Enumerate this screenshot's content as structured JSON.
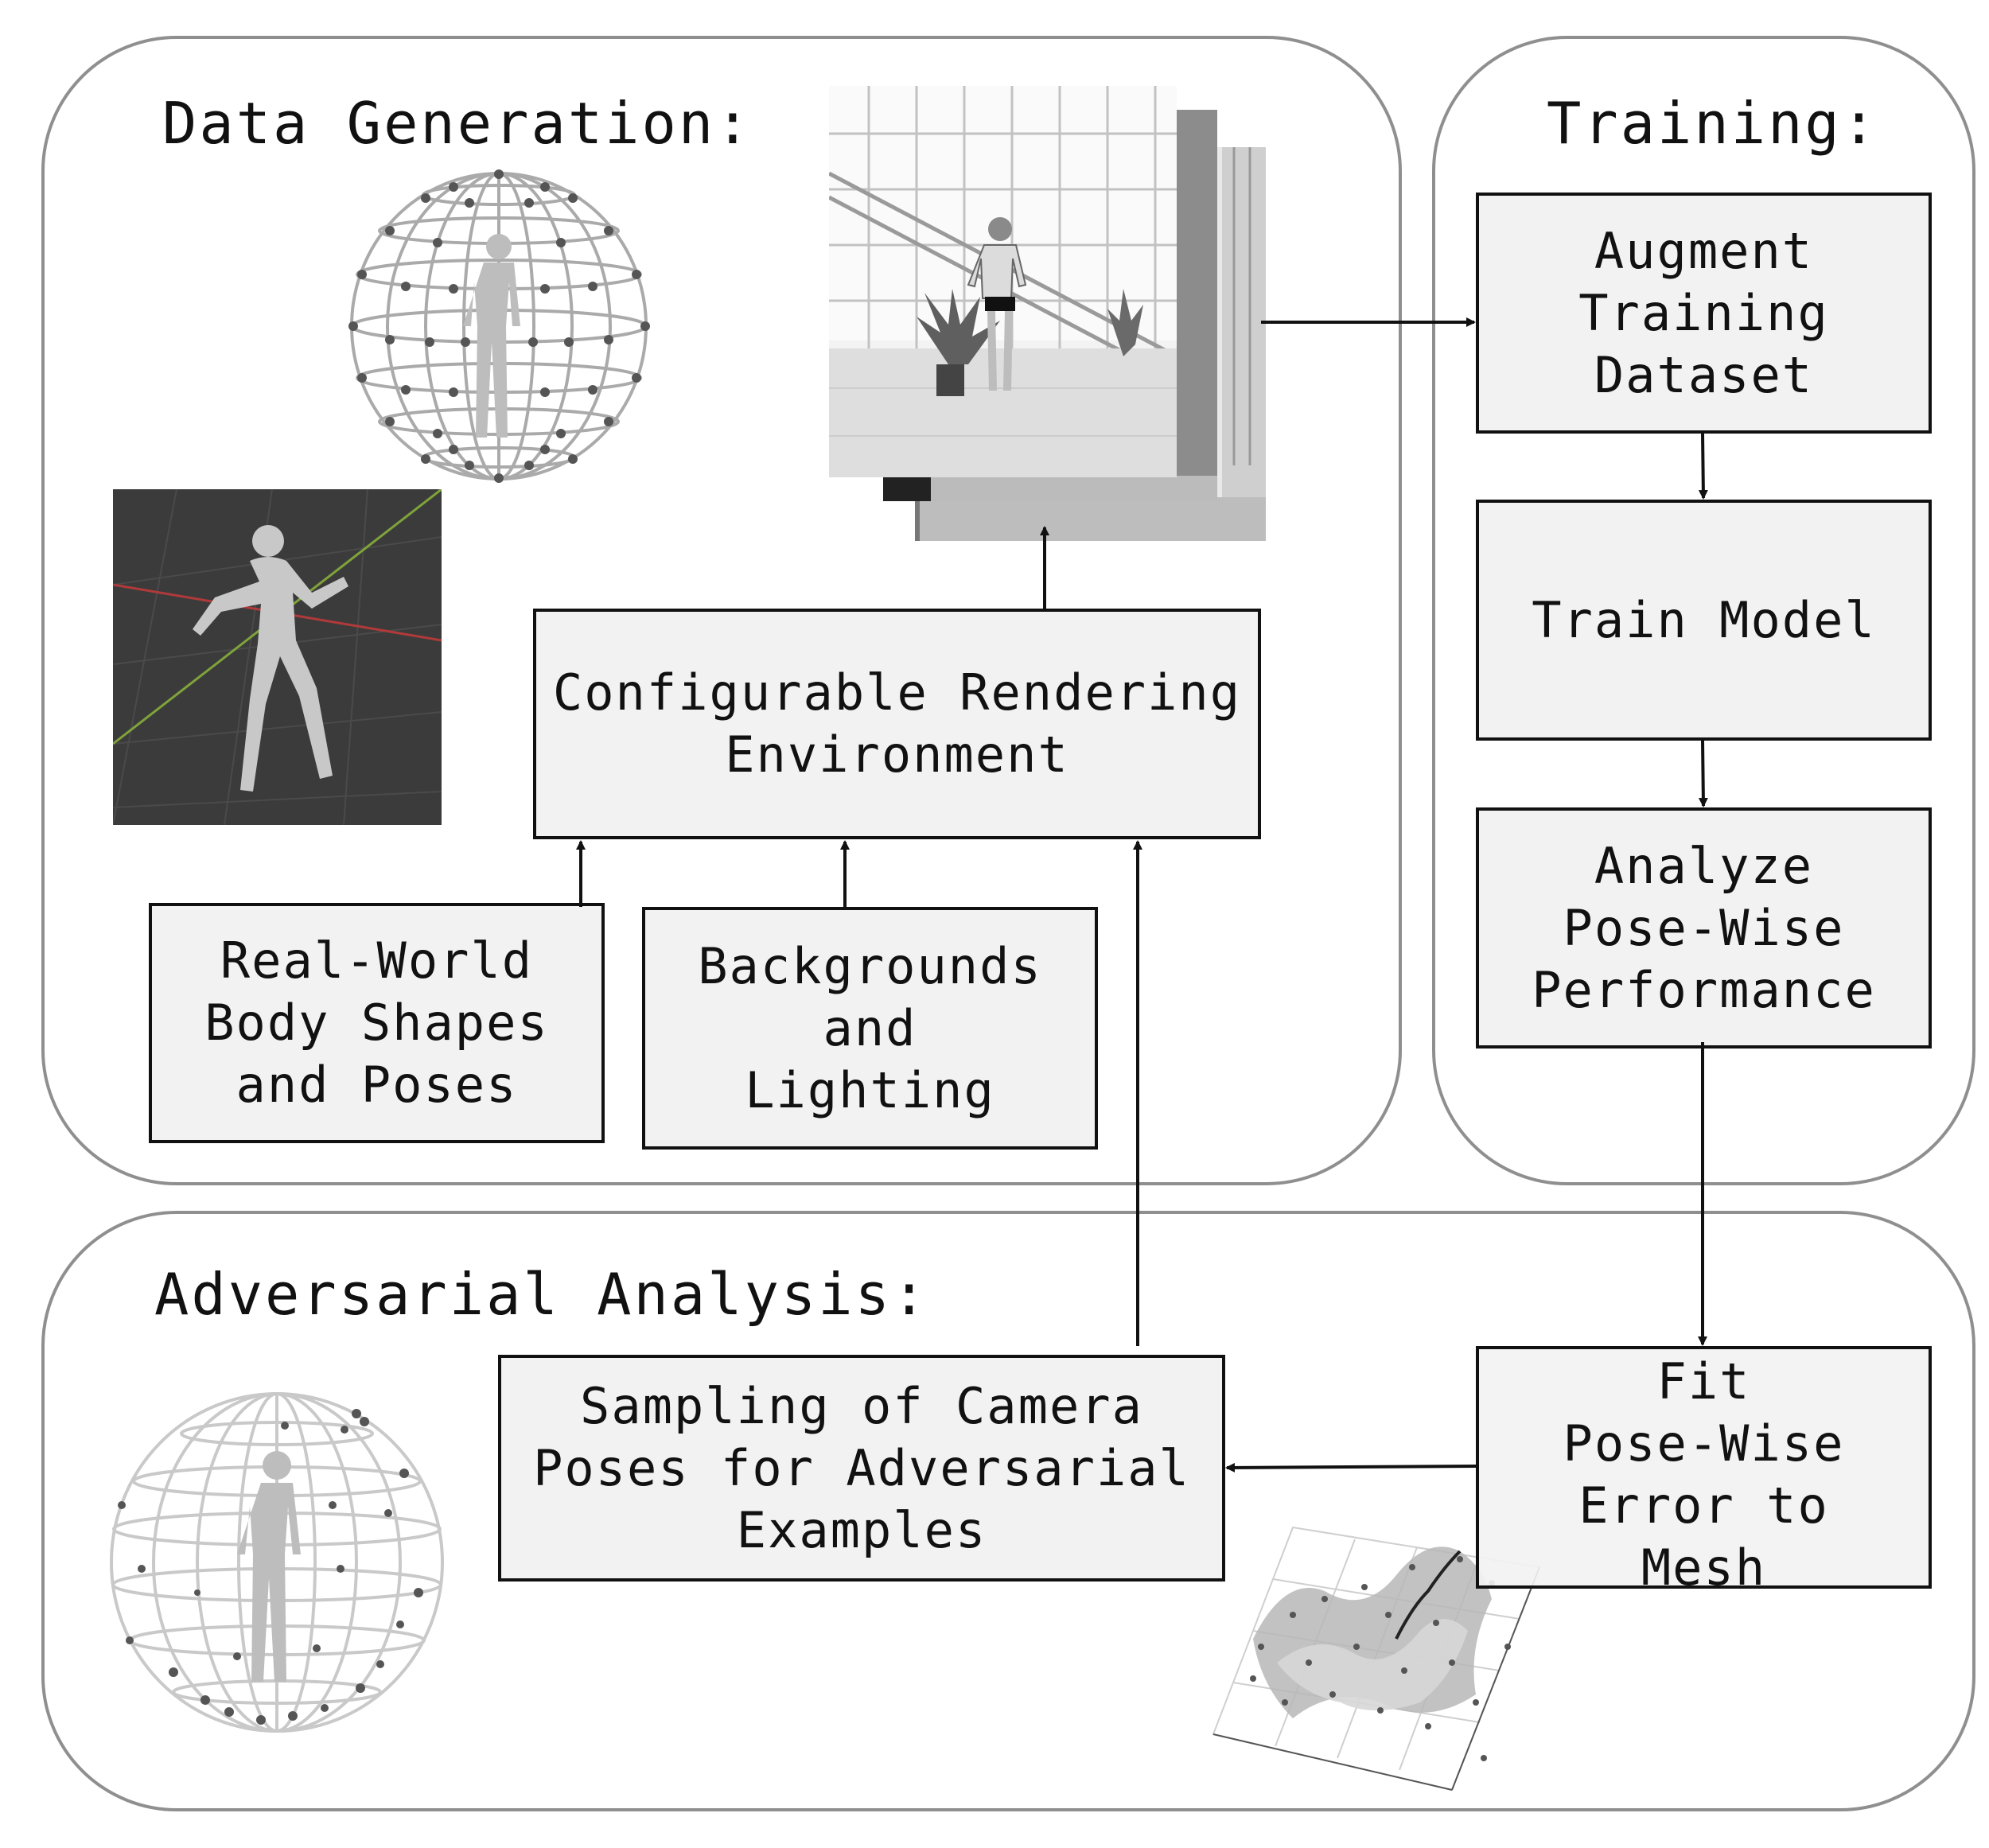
{
  "panels": {
    "data_generation": {
      "title": "Data Generation:"
    },
    "training": {
      "title": "Training:"
    },
    "adversarial_analysis": {
      "title": "Adversarial Analysis:"
    }
  },
  "boxes": {
    "rendering": {
      "lines": [
        "Configurable Rendering",
        "Environment"
      ]
    },
    "body_shapes": {
      "lines": [
        "Real-World",
        "Body Shapes",
        "and Poses"
      ]
    },
    "backgrounds": {
      "lines": [
        "Backgrounds",
        "and",
        "Lighting"
      ]
    },
    "augment": {
      "lines": [
        "Augment",
        "Training",
        "Dataset"
      ]
    },
    "train": {
      "lines": [
        "Train Model"
      ]
    },
    "analyze": {
      "lines": [
        "Analyze",
        "Pose-Wise",
        "Performance"
      ]
    },
    "fit": {
      "lines": [
        "Fit",
        "Pose-Wise",
        "Error to",
        "Mesh"
      ]
    },
    "sampling": {
      "lines": [
        "Sampling of Camera",
        "Poses for Adversarial",
        "Examples"
      ]
    }
  },
  "images": {
    "camera_sphere_top": "camera-pose-sphere",
    "blender_viewport": "3d-body-model-viewport",
    "rendered_stack": "rendered-images-stack",
    "camera_sphere_bottom": "adversarial-camera-sphere",
    "error_mesh": "error-surface-plot"
  },
  "colors": {
    "panel_border": "#8f8f8f",
    "box_fill": "#f2f2f2",
    "line": "#111111",
    "viewport_bg": "#3b3b3b"
  }
}
